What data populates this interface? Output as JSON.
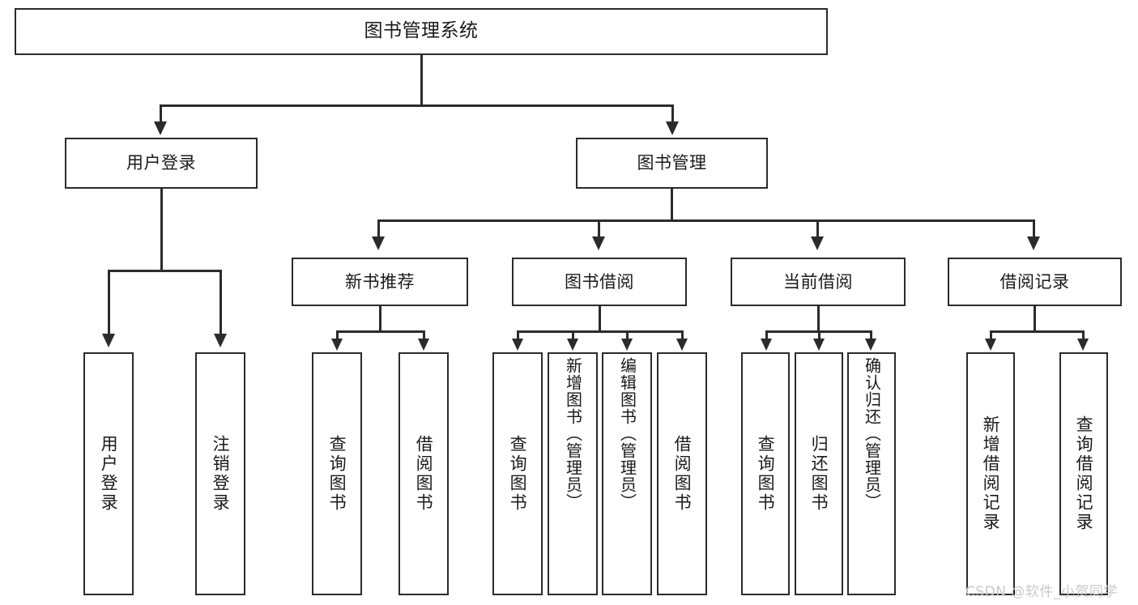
{
  "diagram": {
    "type": "tree-hierarchy-chart",
    "title": "图书管理系统",
    "root": {
      "label": "图书管理系统"
    },
    "level1": [
      {
        "label": "用户登录"
      },
      {
        "label": "图书管理"
      }
    ],
    "level2": [
      {
        "label": "新书推荐",
        "parent": "图书管理"
      },
      {
        "label": "图书借阅",
        "parent": "图书管理"
      },
      {
        "label": "当前借阅",
        "parent": "图书管理"
      },
      {
        "label": "借阅记录",
        "parent": "图书管理"
      }
    ],
    "leaves": {
      "user_login": [
        {
          "label": "用户登录"
        },
        {
          "label": "注销登录"
        }
      ],
      "new_book_rec": [
        {
          "label": "查询图书"
        },
        {
          "label": "借阅图书"
        }
      ],
      "book_borrow": [
        {
          "label": "查询图书"
        },
        {
          "label": "新增图书（管理员）"
        },
        {
          "label": "编辑图书（管理员）"
        },
        {
          "label": "借阅图书"
        }
      ],
      "current_borrow": [
        {
          "label": "查询图书"
        },
        {
          "label": "归还图书"
        },
        {
          "label": "确认归还（管理员）"
        }
      ],
      "borrow_record": [
        {
          "label": "新增借阅记录"
        },
        {
          "label": "查询借阅记录"
        }
      ]
    }
  },
  "watermark": {
    "text": "CSDN @软件_小贺同学"
  },
  "colors": {
    "stroke": "#2b2b2b",
    "background": "#ffffff",
    "text": "#1a1a1a",
    "watermark": "#c9c9c9"
  }
}
